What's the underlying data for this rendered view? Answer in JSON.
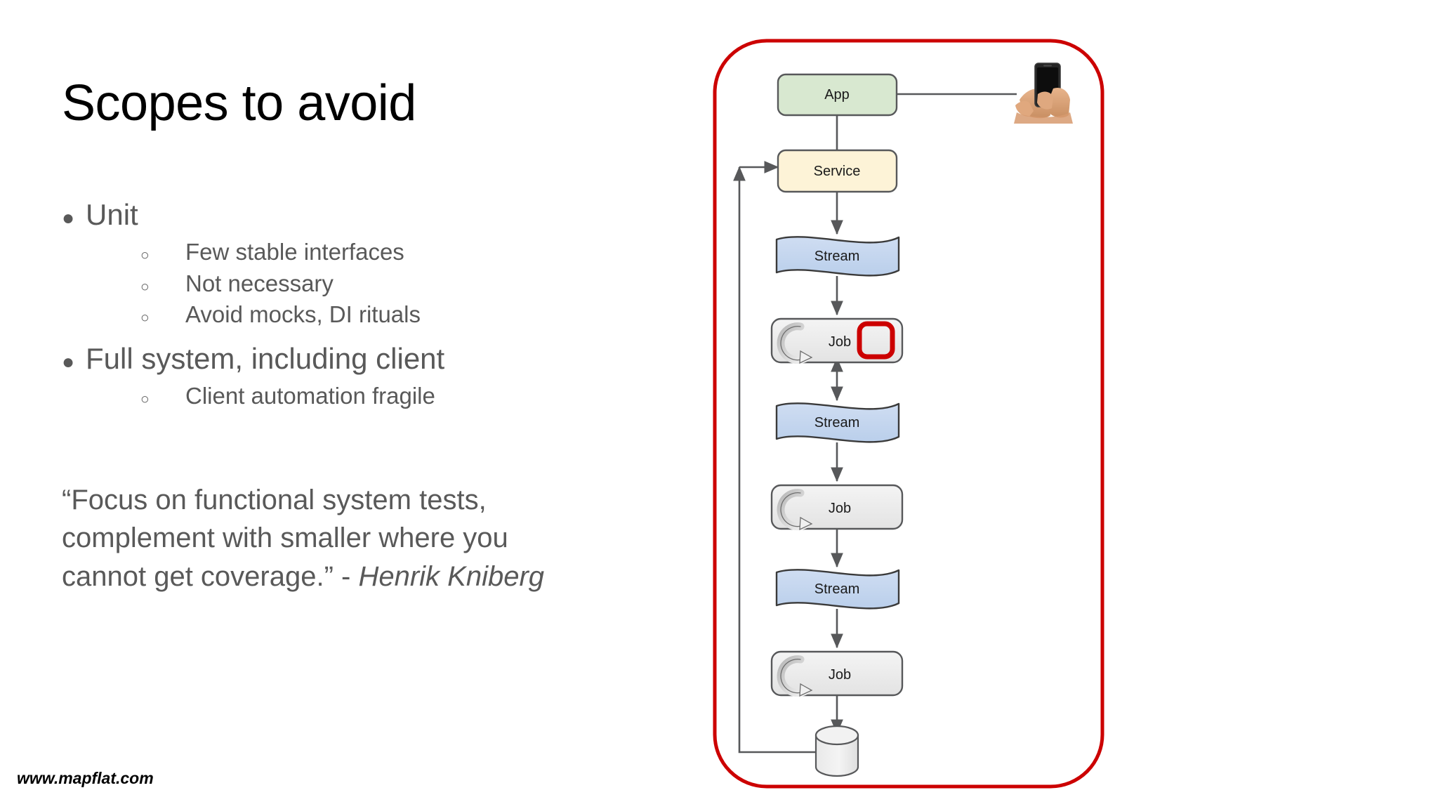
{
  "slide": {
    "title": "Scopes to avoid",
    "footer_url": "www.mapflat.com"
  },
  "bullets": [
    {
      "level": 1,
      "marker": "●",
      "text": "Unit",
      "children": [
        {
          "level": 2,
          "marker": "○",
          "text": "Few stable interfaces"
        },
        {
          "level": 2,
          "marker": "○",
          "text": "Not necessary"
        },
        {
          "level": 2,
          "marker": "○",
          "text": "Avoid mocks, DI rituals"
        }
      ]
    },
    {
      "level": 1,
      "marker": "●",
      "text": "Full system, including client",
      "children": [
        {
          "level": 2,
          "marker": "○",
          "text": "Client automation fragile"
        }
      ]
    }
  ],
  "quote": {
    "text": "“Focus on functional system tests, complement with smaller where you cannot get coverage.” - ",
    "attribution": "Henrik Kniberg"
  },
  "diagram": {
    "scope_boundary_label": "full-system-scope-boundary",
    "scope_boundary_color": "#cc0000",
    "nodes": [
      {
        "id": "app",
        "label": "App",
        "shape": "rounded-rect",
        "fill": "#d8e8d0"
      },
      {
        "id": "service",
        "label": "Service",
        "shape": "rounded-rect",
        "fill": "#fdf3d7"
      },
      {
        "id": "stream-1",
        "label": "Stream",
        "shape": "wave-banner",
        "fill": "#c3d6ef"
      },
      {
        "id": "job-1",
        "label": "Job",
        "shape": "rounded-rect",
        "fill": "#ececec",
        "highlighted": true
      },
      {
        "id": "stream-2",
        "label": "Stream",
        "shape": "wave-banner",
        "fill": "#c3d6ef"
      },
      {
        "id": "job-2",
        "label": "Job",
        "shape": "rounded-rect",
        "fill": "#ececec",
        "highlighted": false
      },
      {
        "id": "stream-3",
        "label": "Stream",
        "shape": "wave-banner",
        "fill": "#c3d6ef"
      },
      {
        "id": "job-3",
        "label": "Job",
        "shape": "rounded-rect",
        "fill": "#ececec",
        "highlighted": false
      },
      {
        "id": "database",
        "label": "",
        "shape": "cylinder",
        "fill": "#ececec"
      }
    ],
    "client_device": {
      "id": "phone",
      "label": "",
      "icon": "phone-in-hands"
    },
    "highlight_color": "#cc0000",
    "edge_color": "#57585a"
  }
}
